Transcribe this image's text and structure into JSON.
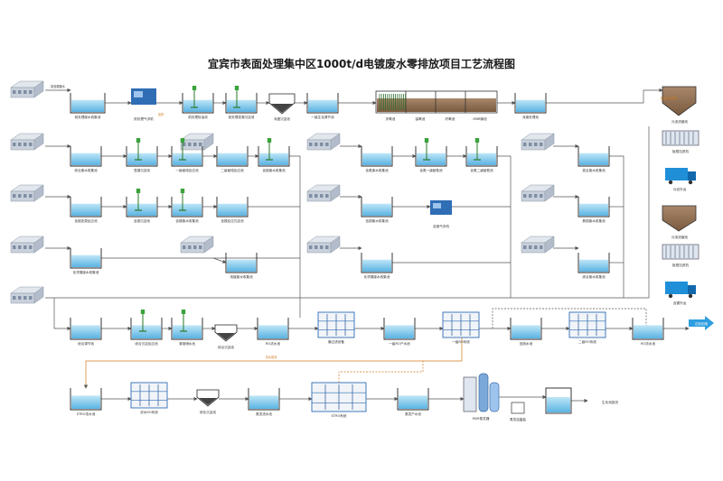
{
  "title": "宜宾市表面处理集中区1000t/d电镀废水零排放项目工艺流程图",
  "colors": {
    "line": "#555555",
    "water_top": "#bfe6f7",
    "water_bottom": "#5ab3e3",
    "sludge_top": "#a8876b",
    "sludge_bottom": "#7a5a3e",
    "arrow_out": "#2f9ee0",
    "note_orange": "#d07a1e",
    "truck": "#1f8fd8",
    "equip_blue": "#2f6db5"
  },
  "tanks": [
    {
      "id": "t1",
      "label": "前处理废水收集池"
    },
    {
      "id": "t2",
      "label": "前处理除油池"
    },
    {
      "id": "t3",
      "label": "前处理混凝沉淀池"
    },
    {
      "id": "t4",
      "label": "一级生化调节池"
    },
    {
      "id": "t5",
      "label": "深度处理池"
    },
    {
      "id": "t6",
      "label": "综合废水收集池"
    },
    {
      "id": "t7",
      "label": "混凝沉淀池"
    },
    {
      "id": "t8",
      "label": "一级破络反应池"
    },
    {
      "id": "t9",
      "label": "二级破络反应池"
    },
    {
      "id": "t10",
      "label": "含铬废水收集池"
    },
    {
      "id": "t11",
      "label": "含铬还原反应池"
    },
    {
      "id": "t12",
      "label": "含铬沉淀池"
    },
    {
      "id": "t13",
      "label": "含镍废水收集池"
    },
    {
      "id": "t14",
      "label": "含镍反应沉淀池"
    },
    {
      "id": "t15",
      "label": "化学镍废水收集池"
    },
    {
      "id": "t16",
      "label": "含氰废水收集池"
    },
    {
      "id": "t17",
      "label": "含氰一级破氰池"
    },
    {
      "id": "t18",
      "label": "含氰二级破氰池"
    },
    {
      "id": "t19",
      "label": "混合废水收集池"
    },
    {
      "id": "t20",
      "label": "含铜废水收集池"
    },
    {
      "id": "t21",
      "label": "焦铜废水收集池"
    },
    {
      "id": "t22",
      "label": "电镀废水收集池"
    },
    {
      "id": "t23",
      "label": "化学镍废水收集池"
    },
    {
      "id": "t24",
      "label": "综合废水收集池"
    },
    {
      "id": "t25",
      "label": "综合调节池"
    },
    {
      "id": "t26",
      "label": "综合沉淀反应池"
    },
    {
      "id": "t27",
      "label": "清液储水池"
    },
    {
      "id": "t28",
      "label": "RO浓水池"
    },
    {
      "id": "t29",
      "label": "一级RO产水池"
    },
    {
      "id": "t30",
      "label": "回用水池"
    },
    {
      "id": "t31",
      "label": "RO浓水池"
    },
    {
      "id": "t32",
      "label": "STRO浓水池"
    },
    {
      "id": "t33",
      "label": "蒸发进水池"
    },
    {
      "id": "t34",
      "label": "蒸发产水池"
    }
  ],
  "devices": [
    {
      "id": "d1",
      "label": "前处理气浮机"
    },
    {
      "id": "d2",
      "label": "深度沉淀池"
    },
    {
      "id": "d3",
      "label": "MBR膜池"
    },
    {
      "id": "d4",
      "label": "污泥浓缩池"
    },
    {
      "id": "d5",
      "label": "板框压滤机"
    },
    {
      "id": "d6",
      "label": "污泥外运"
    },
    {
      "id": "d7",
      "label": "含铬气浮机"
    },
    {
      "id": "d8",
      "label": "污泥浓缩池"
    },
    {
      "id": "d9",
      "label": "板框压滤机"
    },
    {
      "id": "d10",
      "label": "含镍外运"
    },
    {
      "id": "d11",
      "label": "综合沉淀池"
    },
    {
      "id": "d12",
      "label": "膜过滤设备"
    },
    {
      "id": "d13",
      "label": "一级RO系统"
    },
    {
      "id": "d14",
      "label": "二级RO系统"
    },
    {
      "id": "d15",
      "label": "浓水RO系统"
    },
    {
      "id": "d16",
      "label": "软化沉淀池"
    },
    {
      "id": "d17",
      "label": "STRO系统"
    },
    {
      "id": "d18",
      "label": "MVR蒸发器"
    }
  ],
  "stage_labels": [
    "厌氧池",
    "缺氧池",
    "好氧池",
    "MBR膜池"
  ],
  "outlet_label": "达标回用",
  "evap_solid_label": "蒸发结晶盐",
  "final_label": "生化池回流",
  "notes": {
    "flow_in": "前处理废水",
    "sludge": "含泥污水回流",
    "dosing": "加药",
    "backflow": "浓水回流"
  }
}
